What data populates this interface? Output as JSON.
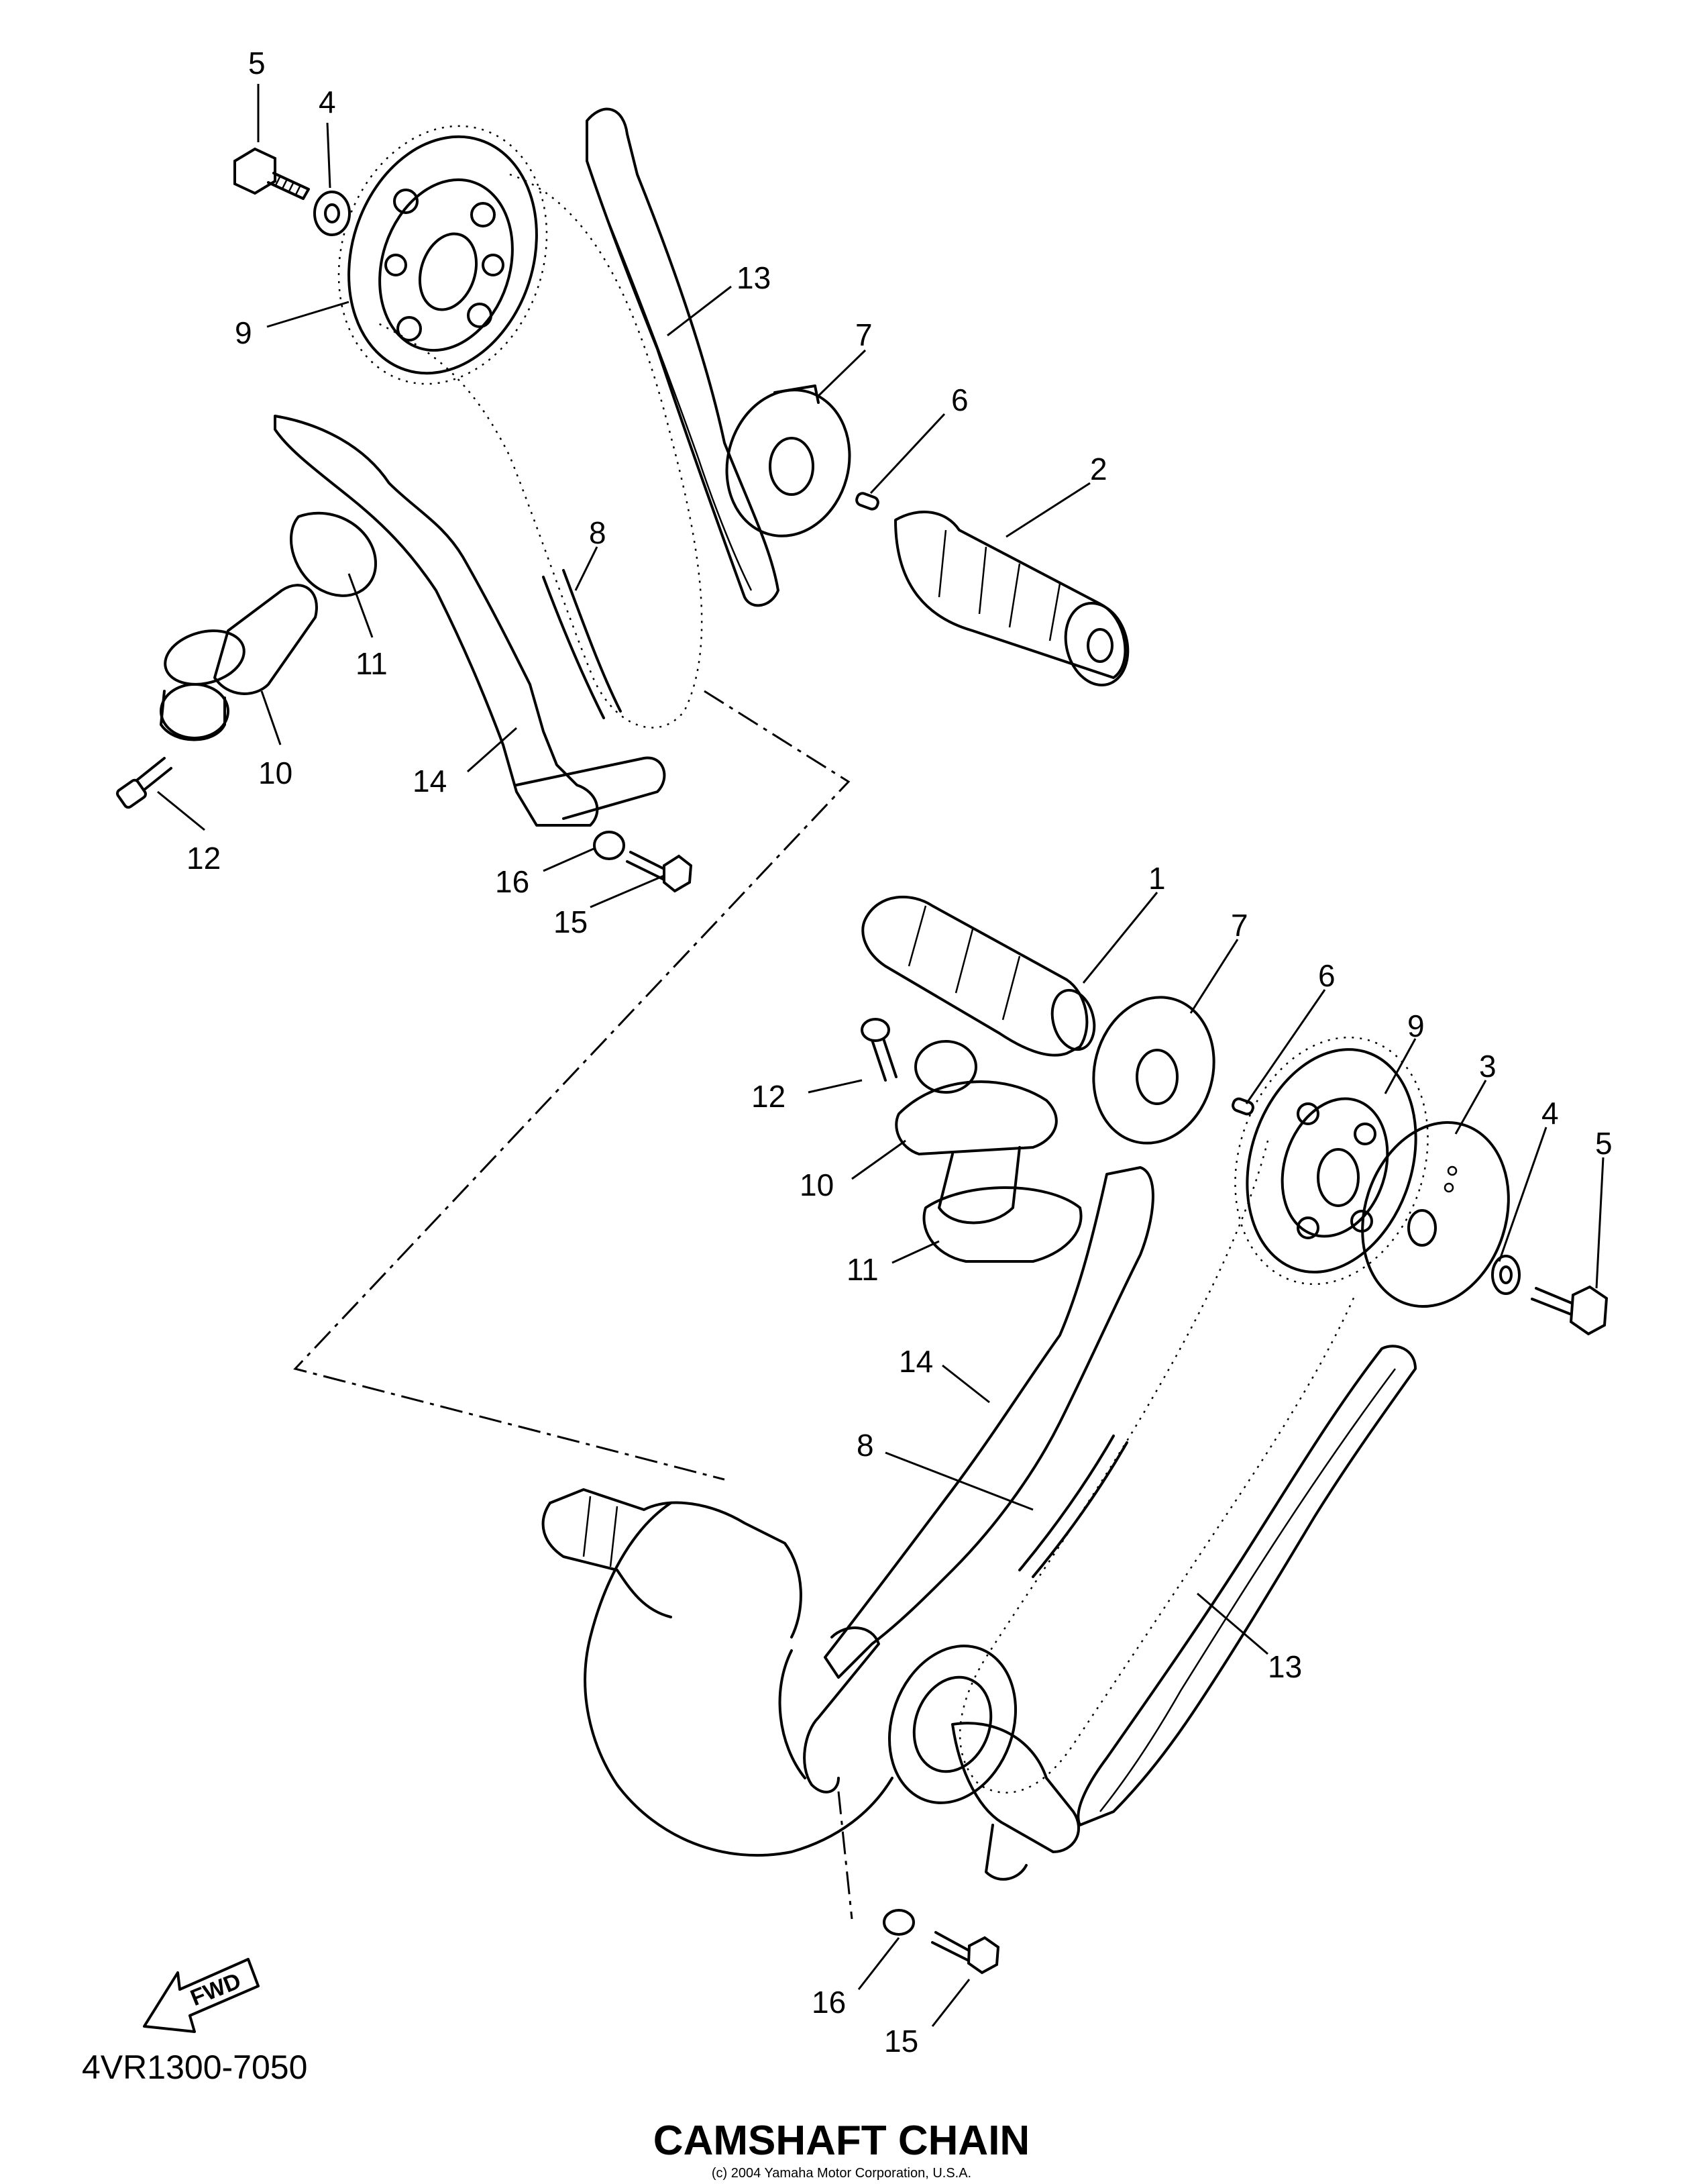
{
  "diagram": {
    "title": "CAMSHAFT CHAIN",
    "part_code": "4VR1300-7050",
    "copyright": "(c) 2004 Yamaha Motor Corporation, U.S.A.",
    "fwd_label": "FWD",
    "callouts": [
      "5",
      "4",
      "9",
      "13",
      "7",
      "6",
      "2",
      "8",
      "11",
      "10",
      "14",
      "12",
      "16",
      "15",
      "1",
      "7",
      "6",
      "9",
      "3",
      "4",
      "5",
      "12",
      "10",
      "11",
      "14",
      "8",
      "13",
      "16",
      "15"
    ]
  }
}
